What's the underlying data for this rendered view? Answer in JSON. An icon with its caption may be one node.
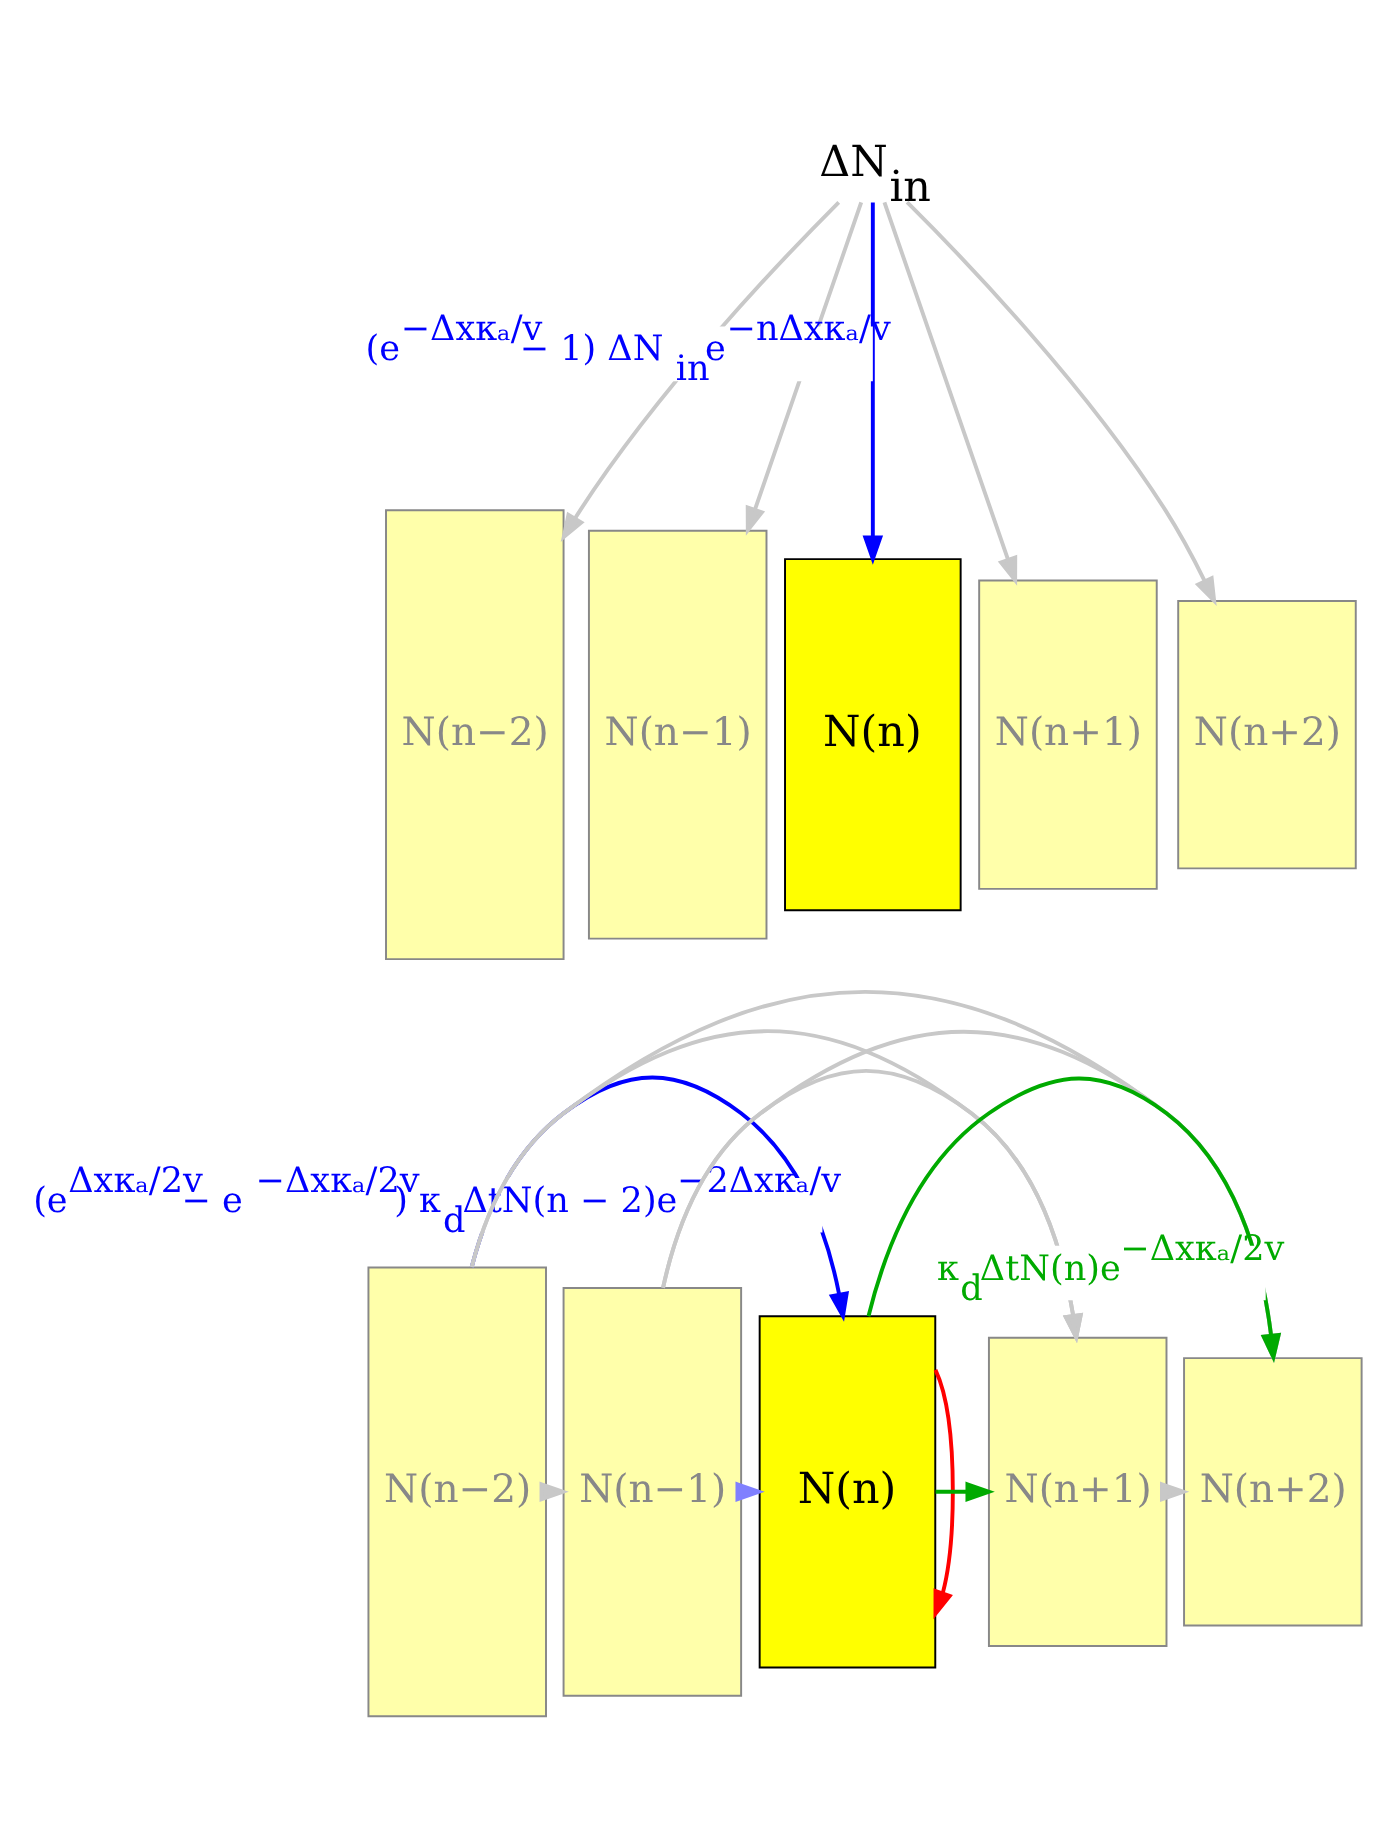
{
  "diagram": {
    "nodes": [
      {
        "text": [
          "ΔN$_{in}$"
        ]
      },
      {
        "text": [
          "N(n−2)"
        ]
      },
      {
        "text": [
          "N(n−1)"
        ]
      },
      {
        "text": [
          "N(n)"
        ]
      },
      {
        "text": [
          "N(n+1)"
        ]
      },
      {
        "text": [
          "N(n+2)"
        ]
      },
      {
        "text": [
          "N(n−2)"
        ]
      },
      {
        "text": [
          "N(n−1)"
        ]
      },
      {
        "text": [
          "N(n)"
        ]
      },
      {
        "text": [
          "N(n+1)"
        ]
      },
      {
        "text": [
          "N(n+2)"
        ]
      }
    ],
    "edges": [
      {
        "from": 0,
        "to": 1,
        "arrow": "to"
      },
      {
        "from": 0,
        "to": 2,
        "arrow": "to"
      },
      {
        "from": 0,
        "to": 4,
        "arrow": "to"
      },
      {
        "from": 0,
        "to": 5,
        "arrow": "to"
      },
      {
        "from": 0,
        "to": 3,
        "arrow": "to",
        "color": "#0000ff",
        "label": "(e$^{−Δxκₐ/v}$ − 1) ΔN$_{in}$e$^{−nΔxκₐ/v}$"
      },
      {
        "from": 6,
        "to": 7,
        "arrow": "to"
      },
      {
        "from": 6,
        "to": 9,
        "arrow": "to"
      },
      {
        "from": 6,
        "to": 10,
        "arrow": "to"
      },
      {
        "from": 7,
        "to": 8,
        "arrow": "to",
        "color": "#8080ff"
      },
      {
        "from": 7,
        "to": 9,
        "arrow": "to"
      },
      {
        "from": 7,
        "to": 10,
        "arrow": "to"
      },
      {
        "from": 8,
        "to": 8,
        "arrow": "to",
        "color": "#ff0000"
      },
      {
        "from": 8,
        "to": 9,
        "arrow": "to",
        "color": "#00aa00"
      },
      {
        "from": 8,
        "to": 10,
        "arrow": "to",
        "color": "#00aa00",
        "label": "κ$_{d}$ΔtN(n)e$^{−Δxκₐ/2v}$"
      },
      {
        "from": 9,
        "to": 10,
        "arrow": "to"
      },
      {
        "from": 6,
        "to": 8,
        "arrow": "to",
        "color": "#0000ff",
        "label": "(e$^{Δxκₐ/2v}$ − e$^{−Δxκₐ/2v}$) κ$_{d}$ΔtN(n − 2)e$^{−2Δxκₐ/v}$"
      }
    ]
  }
}
